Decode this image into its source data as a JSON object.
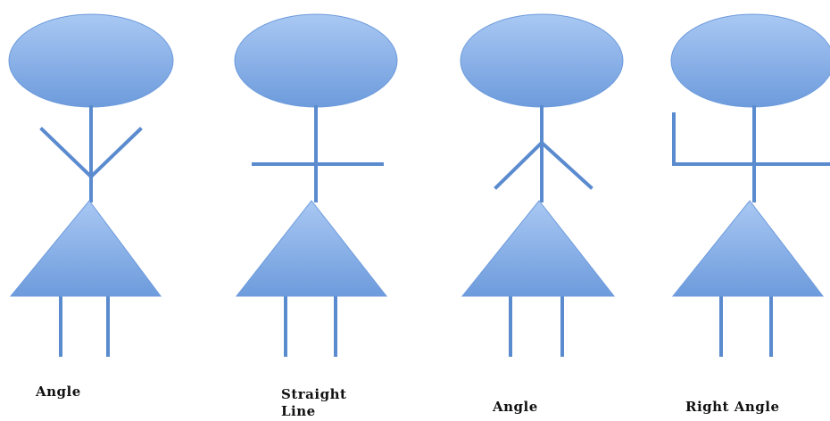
{
  "colors": {
    "shape_fill_top": "#a9c8f3",
    "shape_fill_bottom": "#6d9bdc",
    "line": "#5b8bcf"
  },
  "figures": [
    {
      "arm_style": "angle-up",
      "caption": "Angle"
    },
    {
      "arm_style": "straight-line",
      "caption": "Straight\nLine"
    },
    {
      "arm_style": "angle-down",
      "caption": "Angle"
    },
    {
      "arm_style": "right-angle",
      "caption": "Right Angle"
    }
  ]
}
